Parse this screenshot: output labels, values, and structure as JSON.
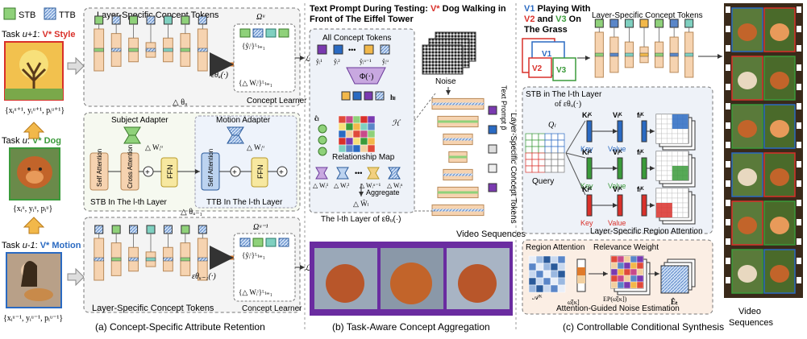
{
  "legend": {
    "stb": "STB",
    "ttb": "TTB"
  },
  "left": {
    "task_style": {
      "prefix": "Task ",
      "task": "u+1",
      "sep": ": ",
      "concept": "V* Style"
    },
    "task_dog": {
      "prefix": "Task ",
      "task": "u",
      "sep": ": ",
      "concept": "V* Dog"
    },
    "task_motion": {
      "prefix": "Task ",
      "task": "u-1",
      "sep": ": ",
      "concept": "V* Motion"
    },
    "data_style": "{xᵢᵘ⁺¹, yᵢᵘ⁺¹, pᵢᵘ⁺¹}",
    "data_dog": "{xᵢᵘ, yᵢᵘ, pᵢᵘ}",
    "data_motion": "{xᵢᵘ⁻¹, yᵢᵘ⁻¹, pᵢᵘ⁻¹}",
    "layer_tokens_top": "Layer-Specific Concept Tokens",
    "layer_tokens_bottom": "Layer-Specific Concept Tokens",
    "omega_top": "Ωᵘ",
    "omega_bottom": "Ωᵘ⁻¹",
    "y_set_top": "{ŷᵢˡ}ᴸₗ₌₁",
    "w_set_top": "{△ Wᵢˡ}ᴸₗ₌₁",
    "y_set_bottom": "{ŷᵢˡ}ᴸₗ₌₁",
    "w_set_bottom": "{△ Wᵢˡ}ᴸₗ₌₁",
    "concept_learner_top": "Concept Learner",
    "concept_learner_bottom": "Concept Learner",
    "eps_theta_u": "εθᵤ(·)",
    "eps_theta_u1": "εθᵤ₋₁(·)",
    "delta_theta_u": "△ θᵤ",
    "delta_theta_u1": "△ θᵤ₋₁",
    "loss_top": "ℒCOL",
    "loss_bottom": "ℒCOL",
    "subject_adapter": "Subject Adapter",
    "motion_adapter": "Motion Adapter",
    "delta_w_s": "△ Wᵢᵘ",
    "delta_w_m": "△ Wᵢᵘ",
    "self_attention": "Self Attention",
    "cross_attention": "Cross Attention",
    "ffn": "FFN",
    "self_attention_ttb": "Self Attention",
    "ffn_ttb": "FFN",
    "stb_layer": "STB In The l-th Layer",
    "ttb_layer": "TTB In The l-th Layer",
    "caption": "(a) Concept-Specific Attribute Retention"
  },
  "middle": {
    "prompt_line1_a": "Text Prompt During Testing: ",
    "prompt_line1_b": "V*",
    "prompt_line1_c": " Dog Walking in",
    "prompt_line2": "Front of The Eiffel Tower",
    "all_tokens": "All Concept Tokens",
    "token_labels": [
      "ŷᵢ¹",
      "ŷᵢ²",
      "ŷᵢᵘ⁻¹",
      "ŷᵢᵘ"
    ],
    "phi": "Φ(·)",
    "h_l": "hₗ",
    "c_l": "ĉₗ",
    "h_cal": "ℋ",
    "relationship_map": "Relationship Map",
    "aggregate": "Aggregate",
    "w_labels": [
      "△ Wᵢ¹",
      "△ Wᵢ²",
      "△ Wᵢᵘ⁻¹",
      "△ Wᵢᵘ"
    ],
    "w_hat": "△ Ŵₗ",
    "lth_layer": "The l-th Layer of εθᵤ(·)",
    "noise": "Noise",
    "text_prompt_p": "Text Prompt p̃",
    "layer_specific_vertical": "Layer-Specific Concept Tokens",
    "video_seq": "Video Sequences",
    "caption": "(b) Task-Aware Concept Aggregation"
  },
  "right": {
    "title_line1_a": "V1",
    "title_line1_b": " Playing With",
    "title_line2_a": "V2",
    "title_line2_b": " and ",
    "title_line2_c": "V3",
    "title_line2_d": " On",
    "title_line3": "The Grass",
    "v1": "V1",
    "v2": "V2",
    "v3": "V3",
    "layer_tokens": "Layer-Specific Concept Tokens",
    "stb_layer_line1": "STB in The l-th Layer",
    "stb_layer_line2": "of εθᵤ(·)",
    "q_l": "Qₗ",
    "query": "Query",
    "k_labels": [
      "Kₗᴷ",
      "Kₗᴷ",
      "Kₗᴷ"
    ],
    "v_labels": [
      "Vₗᴷ",
      "Vₗᴷ",
      "Vₗᴷ"
    ],
    "f_labels": [
      "fₗᴷ",
      "fₗᴷ",
      "fₗᴷ"
    ],
    "key": "Key",
    "value": "Value",
    "region_attention_title": "Layer-Specific Region Attention",
    "region_attention": "Region Attention",
    "relevance_weight": "Relevance Weight",
    "a_kappa": "𝒜ᴷ",
    "omega_kappa": "ω̂[κ]",
    "ep_omega": "EP(ω̂[κ])",
    "e_hat": "Êₜ",
    "noise_estimation": "Attention-Guided Noise Estimation",
    "video_seq": "Video Sequences",
    "caption": "(c) Controllable Conditional Synthesis"
  },
  "colors": {
    "stb_green": "#8fd17a",
    "ttb_blue": "#8fb7e6",
    "unet_orange": "#f6d3b0",
    "style_red": "#d9302a",
    "dog_green": "#3a9a3a",
    "motion_blue": "#2a6ac2",
    "v_red": "#d9302a",
    "filmstrip_purple": "#6a2ca0"
  }
}
